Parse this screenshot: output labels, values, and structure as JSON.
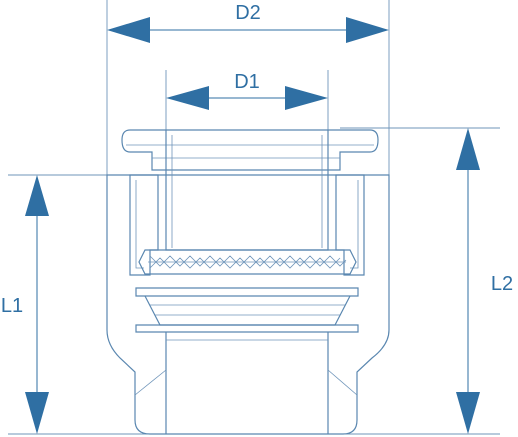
{
  "diagram": {
    "labels": {
      "d2": "D2",
      "d1": "D1",
      "l1": "L1",
      "l2": "L2"
    },
    "colors": {
      "dimension": "#2f6fa3",
      "outline": "#5a87b0"
    }
  }
}
